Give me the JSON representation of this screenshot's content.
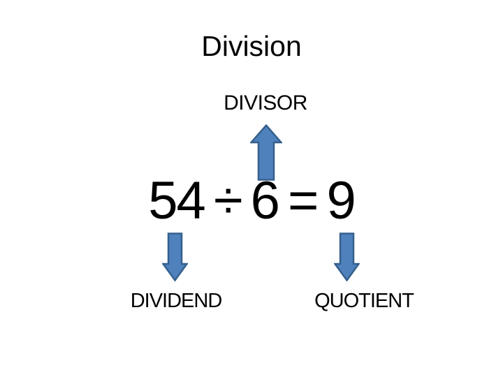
{
  "slide": {
    "title": "Division",
    "equation": {
      "display": "54 ÷ 6 = 9",
      "dividend": 54,
      "operator": "÷",
      "divisor": 6,
      "equals": "=",
      "quotient": 9
    },
    "labels": {
      "divisor": "DIVISOR",
      "dividend": "DIVIDEND",
      "quotient": "QUOTIENT"
    },
    "icons": {
      "up_arrow": "block-arrow-up-icon",
      "down_arrow_left": "block-arrow-down-icon",
      "down_arrow_right": "block-arrow-down-icon"
    },
    "colors": {
      "background": "#ffffff",
      "text": "#000000",
      "arrow_fill": "#4f81bd",
      "arrow_border": "#35608d"
    }
  }
}
